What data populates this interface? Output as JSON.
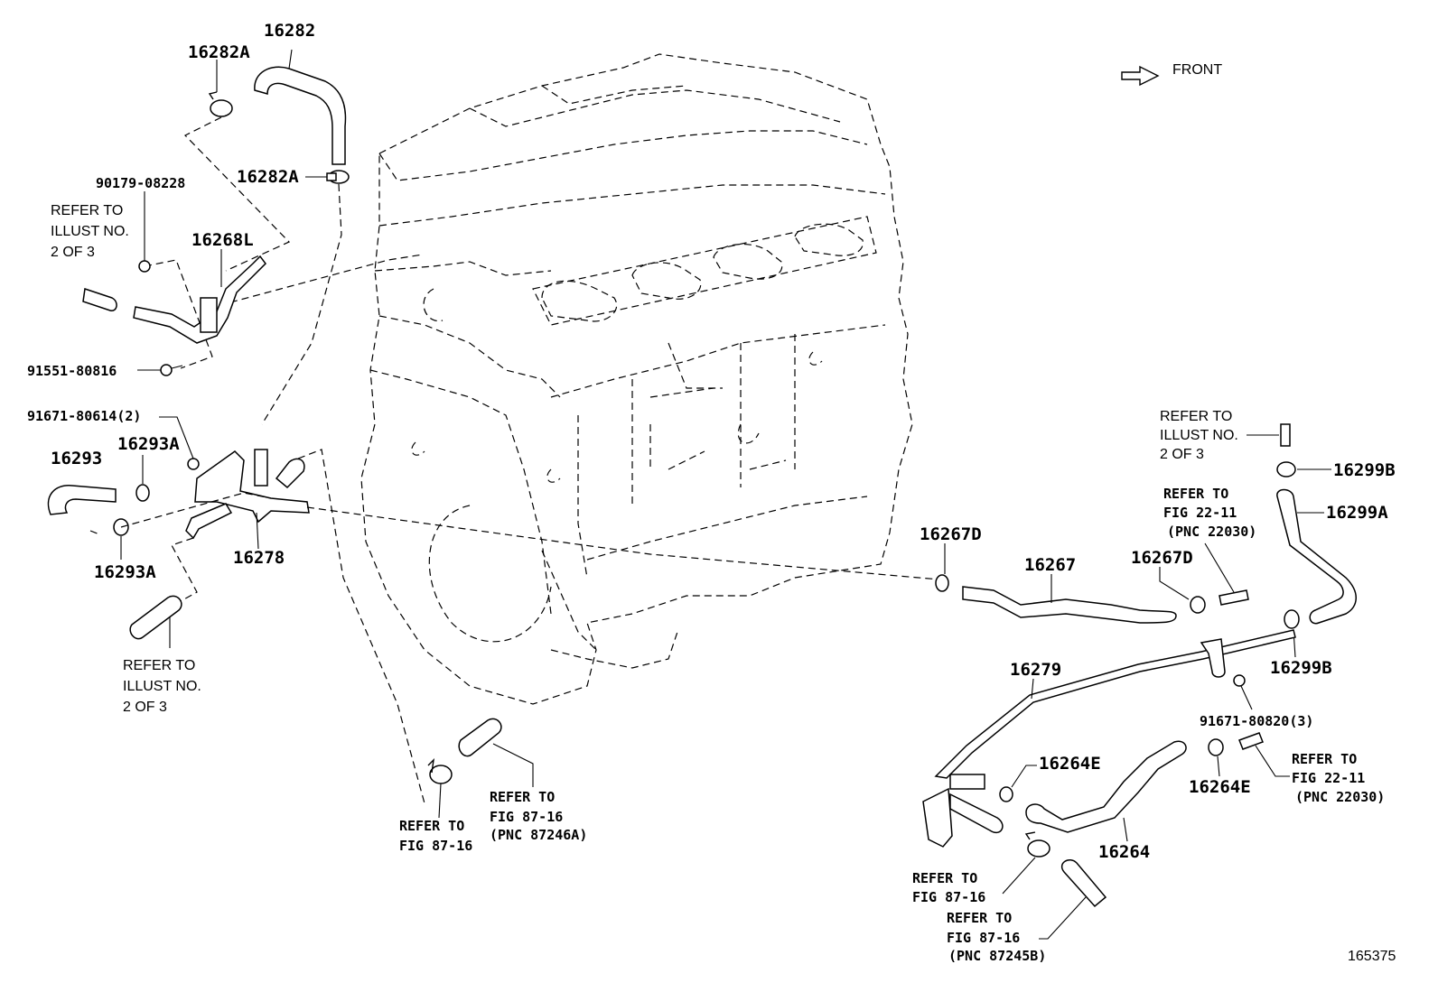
{
  "labels": {
    "p16282": "16282",
    "p16282A_top": "16282A",
    "p16282A_mid": "16282A",
    "p90179": "90179-08228",
    "p16268L": "16268L",
    "p91551": "91551-80816",
    "p91671_80614": "91671-80614(2)",
    "p16293": "16293",
    "p16293A_top": "16293A",
    "p16293A_bot": "16293A",
    "p16278": "16278",
    "p16267D_left": "16267D",
    "p16267": "16267",
    "p16267D_right": "16267D",
    "p16299B_top": "16299B",
    "p16299A": "16299A",
    "p16299B_bot": "16299B",
    "p16279": "16279",
    "p91671_80820": "91671-80820(3)",
    "p16264E_left": "16264E",
    "p16264E_right": "16264E",
    "p16264": "16264",
    "front": "FRONT",
    "diagram_id": "165375"
  },
  "refs": {
    "illust_left_top": [
      "REFER TO",
      "ILLUST NO.",
      "2 OF 3"
    ],
    "illust_left_bottom": [
      "REFER TO",
      "ILLUST NO.",
      "2 OF 3"
    ],
    "illust_right": [
      "REFER TO",
      "ILLUST NO.",
      "2 OF 3"
    ],
    "fig22_upper": [
      "REFER TO",
      "FIG 22-11",
      "(PNC 22030)"
    ],
    "fig22_lower": [
      "REFER TO",
      "FIG 22-11",
      "(PNC 22030)"
    ],
    "fig87_center": [
      "REFER TO",
      "FIG 87-16"
    ],
    "fig87_center_pnc": [
      "REFER TO",
      "FIG 87-16",
      "(PNC 87246A)"
    ],
    "fig87_bottom": [
      "REFER TO",
      "FIG 87-16"
    ],
    "fig87_bottom_pnc": [
      "REFER TO",
      "FIG 87-16",
      "(PNC 87245B)"
    ]
  }
}
